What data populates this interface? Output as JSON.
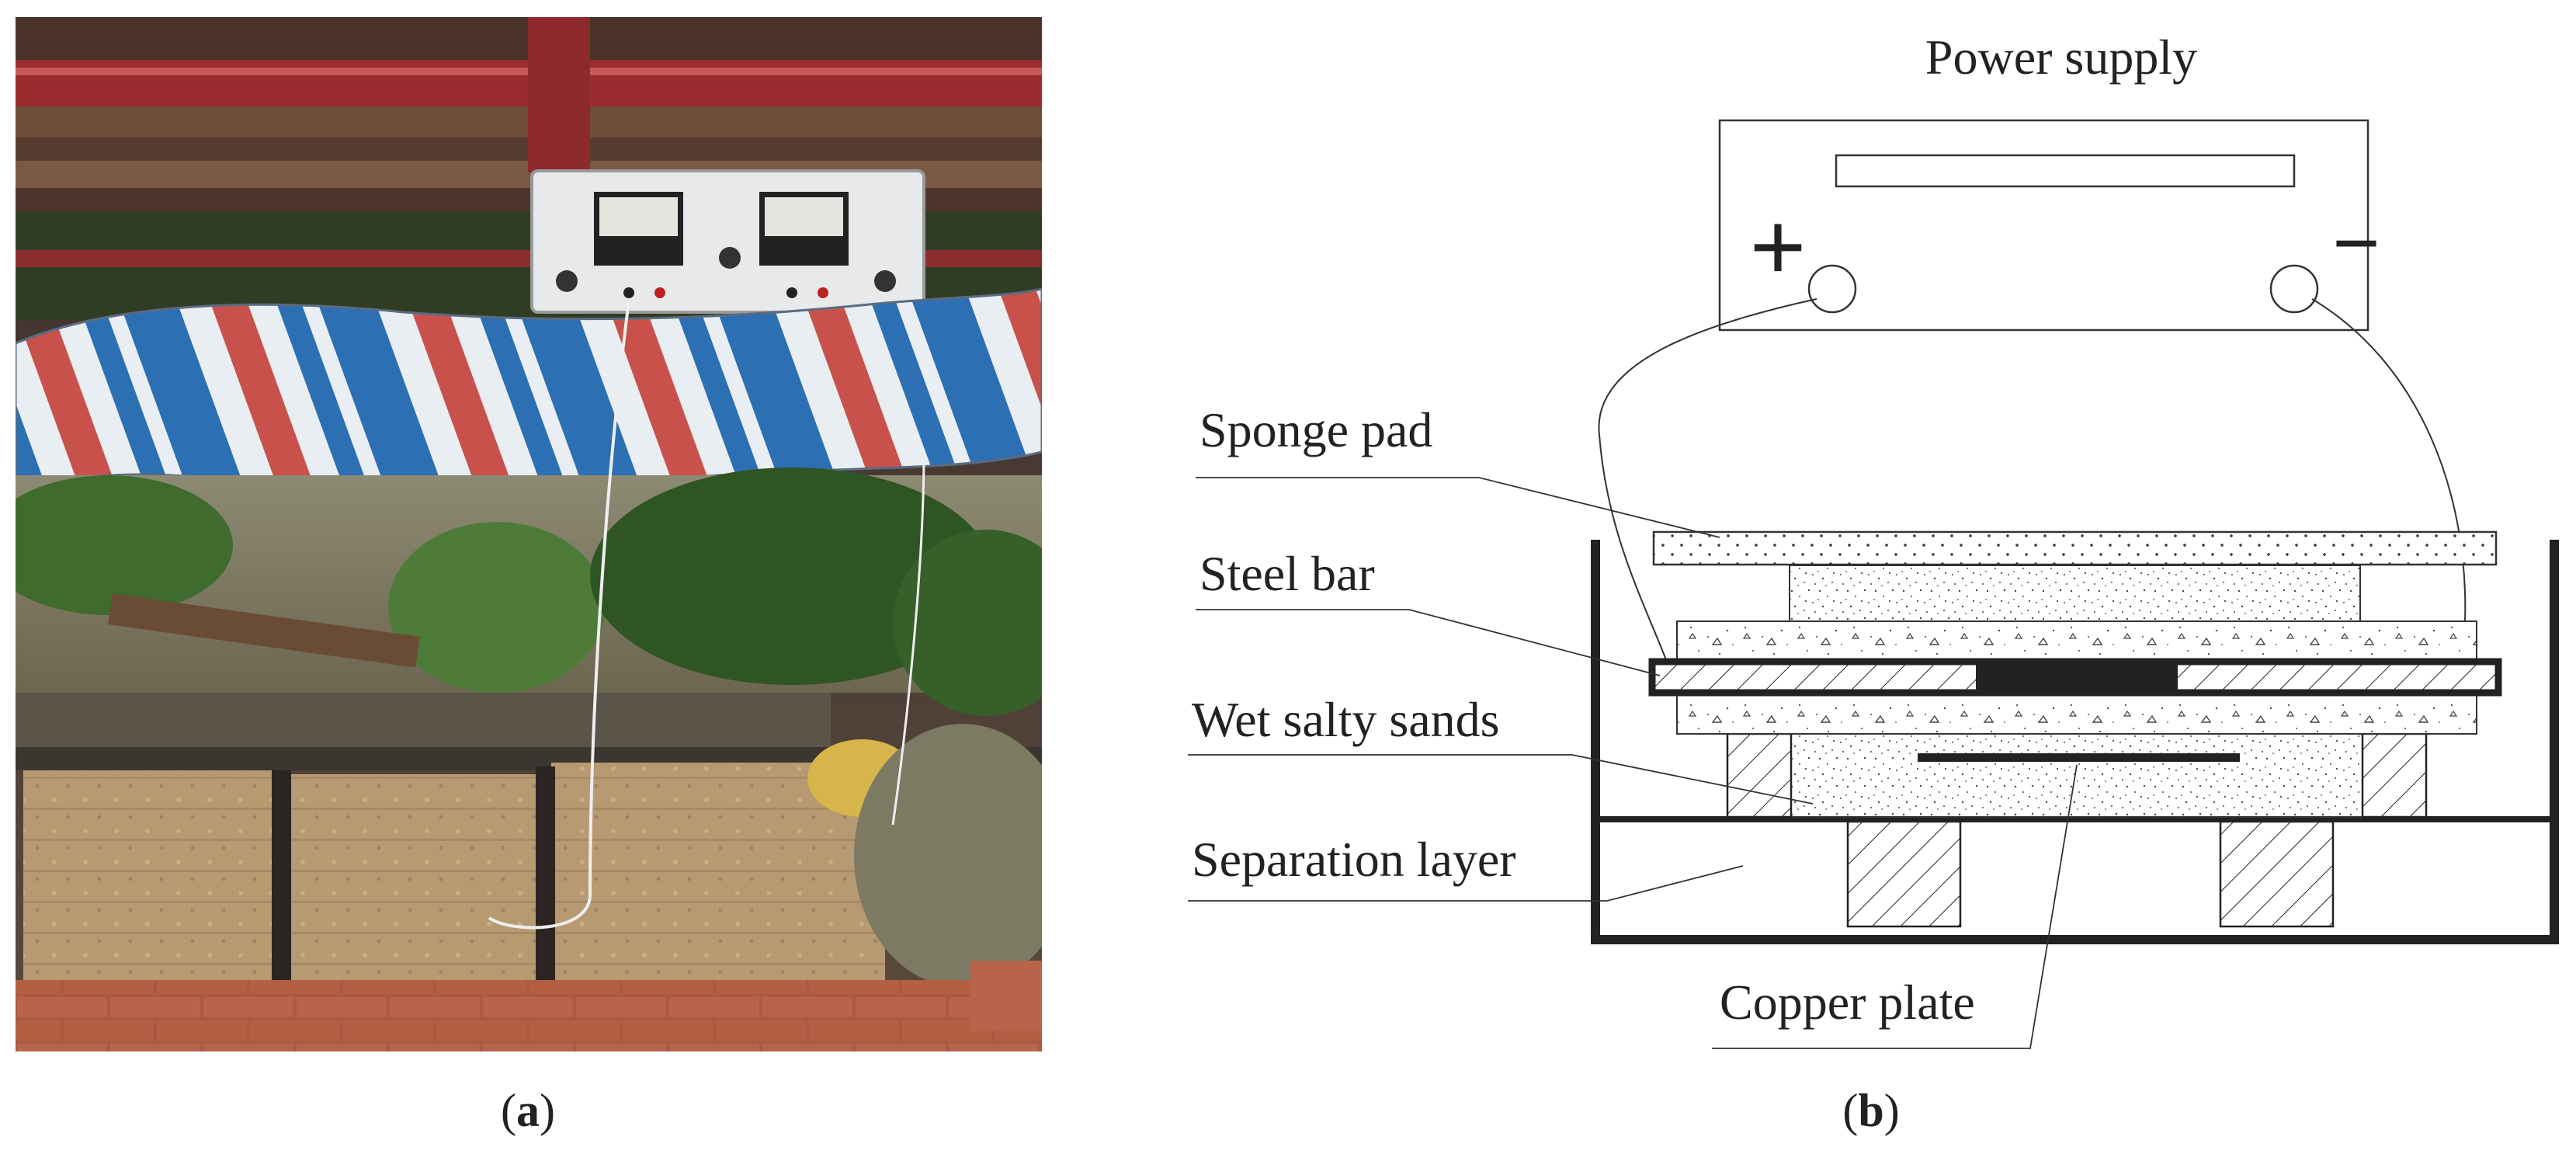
{
  "panel_a": {
    "caption_open": "(",
    "caption_letter": "a",
    "caption_close": ")"
  },
  "panel_b": {
    "caption_open": "(",
    "caption_letter": "b",
    "caption_close": ")",
    "labels": {
      "power_supply": "Power supply",
      "positive": "+",
      "negative": "−",
      "sponge_pad": "Sponge pad",
      "steel_bar": "Steel bar",
      "wet_salty_sands": "Wet salty sands",
      "separation_layer": "Separation layer",
      "copper_plate": "Copper plate"
    }
  },
  "colors": {
    "tarp_blue": "#2d6fb3",
    "tarp_red": "#c8524b",
    "tarp_white": "#e9eef2",
    "frame_red": "#9b2b2e",
    "brick": "#b0583f",
    "sand": "#b79a72",
    "foliage": "#3f6b2f",
    "line": "#222222"
  }
}
